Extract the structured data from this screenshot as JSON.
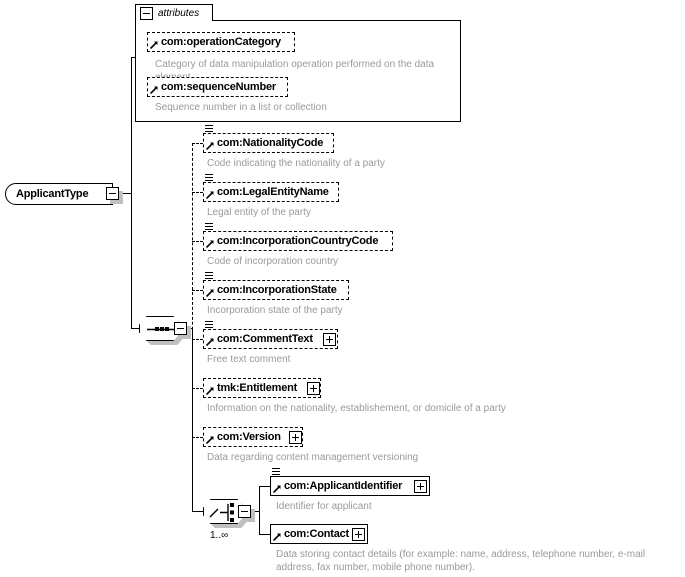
{
  "diagram": {
    "title": "ApplicantType",
    "root": {
      "label": "ApplicantType",
      "toggle": "minus"
    },
    "attributes_panel": {
      "tab_label": "attributes",
      "toggle": "minus",
      "items": [
        {
          "name": "com:operationCategory",
          "doc": "Category of data manipulation operation performed on the data element",
          "required": false,
          "has_list_icon": false,
          "has_toggle": false
        },
        {
          "name": "com:sequenceNumber",
          "doc": "Sequence number in a list or collection",
          "required": false,
          "has_list_icon": false,
          "has_toggle": false
        }
      ]
    },
    "sequence": {
      "compositor": "sequence",
      "toggle": "minus",
      "items": [
        {
          "name": "com:NationalityCode",
          "doc": "Code indicating the nationality of a party",
          "required": false,
          "has_list_icon": true,
          "has_toggle": false
        },
        {
          "name": "com:LegalEntityName",
          "doc": "Legal entity of the party",
          "required": false,
          "has_list_icon": true,
          "has_toggle": false
        },
        {
          "name": "com:IncorporationCountryCode",
          "doc": "Code of incorporation country",
          "required": false,
          "has_list_icon": true,
          "has_toggle": false
        },
        {
          "name": "com:IncorporationState",
          "doc": "Incorporation state of the party",
          "required": false,
          "has_list_icon": true,
          "has_toggle": false
        },
        {
          "name": "com:CommentText",
          "doc": "Free text comment",
          "required": false,
          "has_list_icon": true,
          "has_toggle": true
        },
        {
          "name": "tmk:Entitlement",
          "doc": "Information on the nationality, establishement, or domicile of a party",
          "required": false,
          "has_list_icon": false,
          "has_toggle": true
        },
        {
          "name": "com:Version",
          "doc": "Data regarding content management versioning",
          "required": false,
          "has_list_icon": false,
          "has_toggle": true
        }
      ]
    },
    "choice": {
      "compositor": "choice",
      "toggle": "minus",
      "occurrence": "1..∞",
      "items": [
        {
          "name": "com:ApplicantIdentifier",
          "doc": "Identifier for applicant",
          "required": true,
          "has_list_icon": true,
          "has_toggle": true
        },
        {
          "name": "com:Contact",
          "doc": "Data storing contact details (for example: name, address, telephone number, e-mail address, fax number, mobile phone number).",
          "required": true,
          "has_list_icon": false,
          "has_toggle": true
        }
      ]
    }
  },
  "colors": {
    "line": "#000000",
    "shadow": "#c0c0c0",
    "doc_text": "#9a9a9a",
    "background": "#ffffff"
  }
}
